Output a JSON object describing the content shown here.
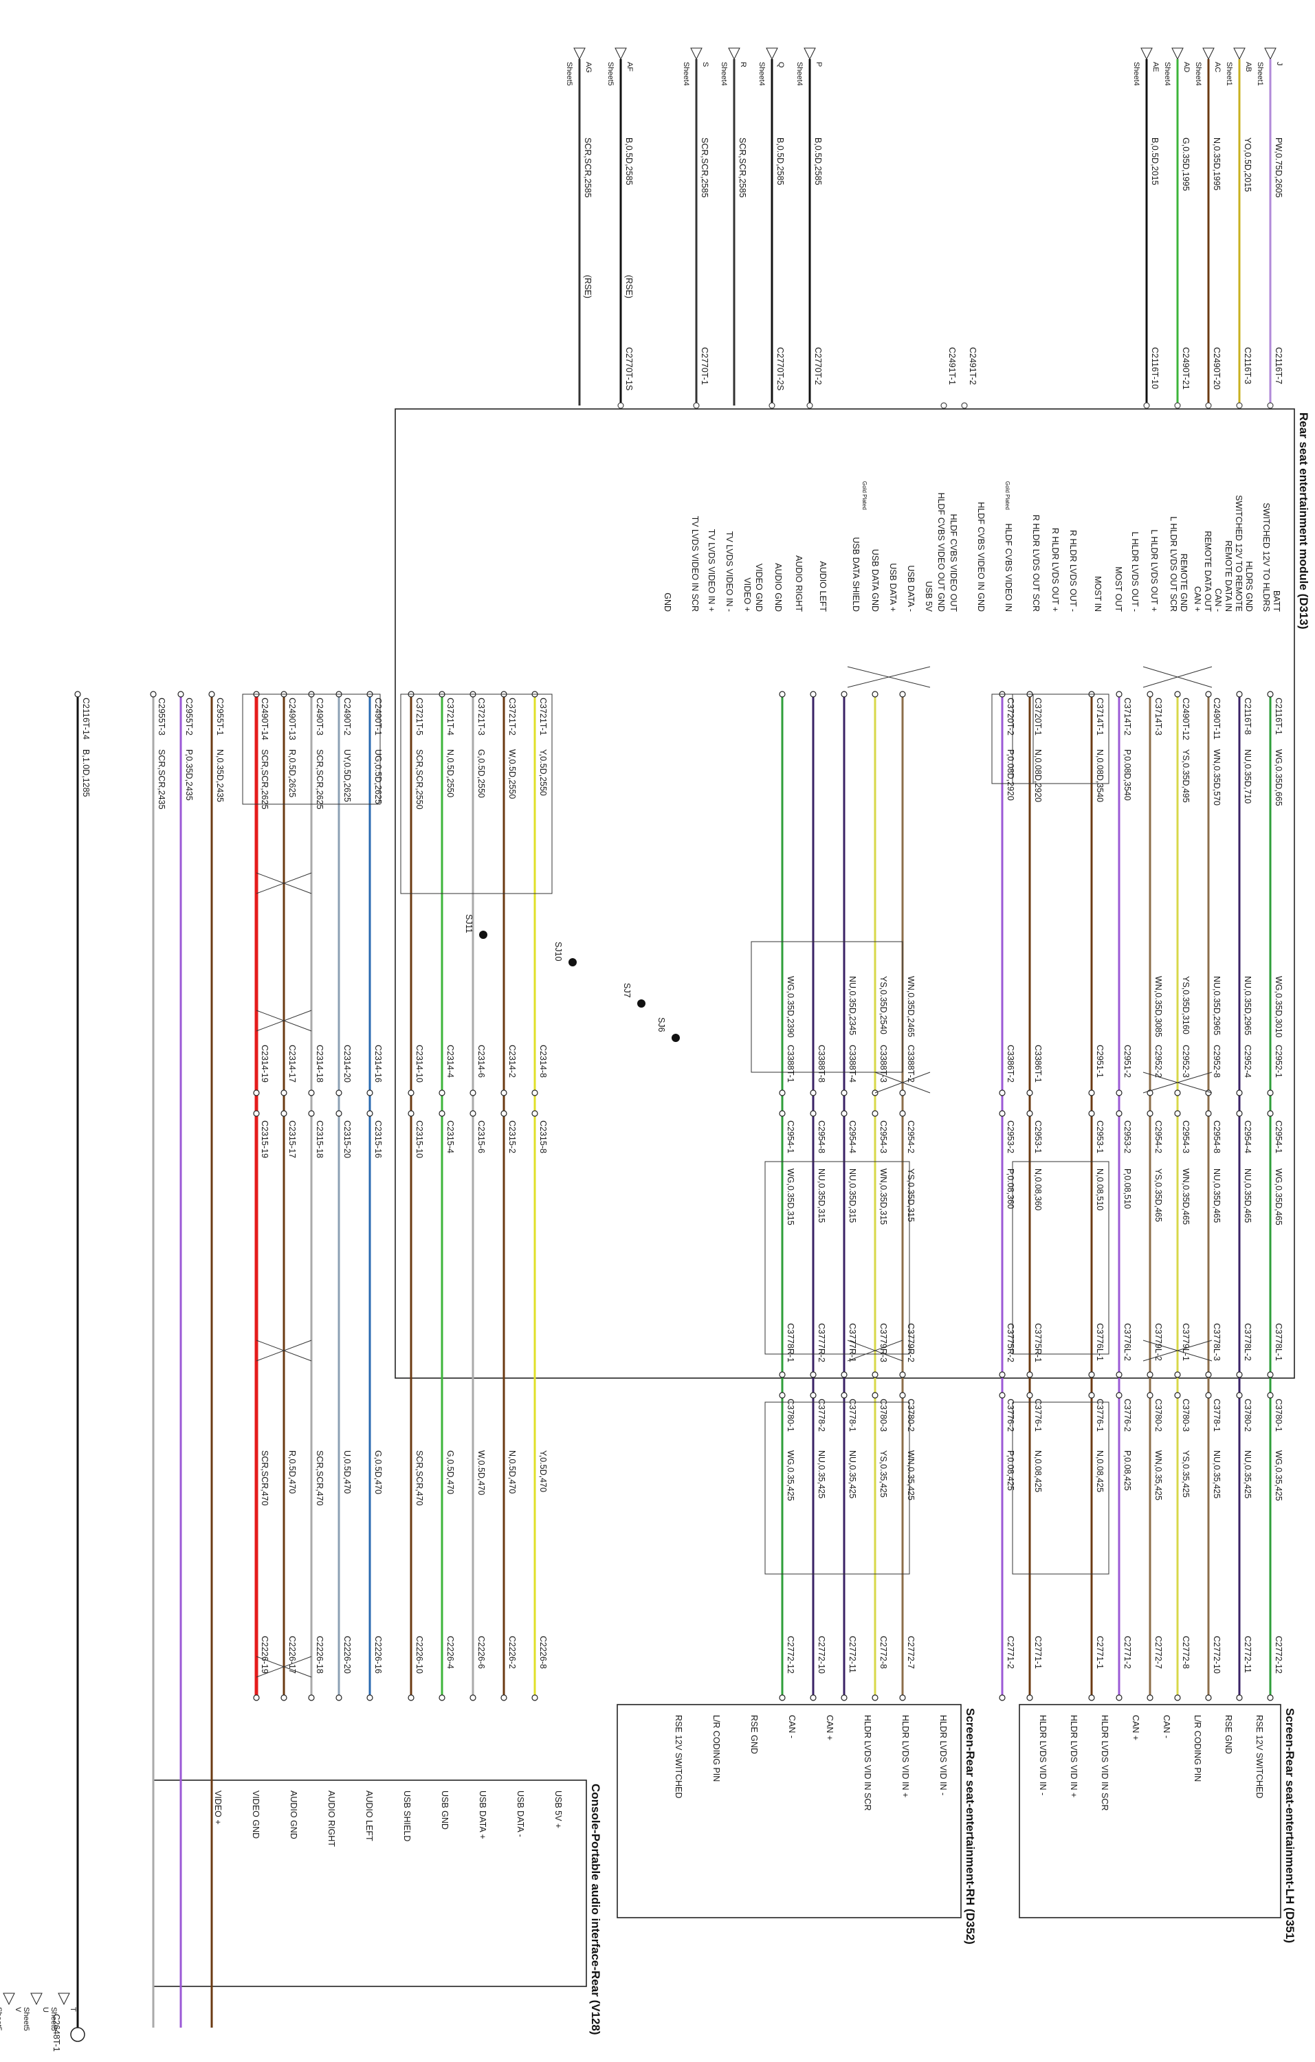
{
  "colors": {
    "WG": "#2e9e3a",
    "NU": "#3a2266",
    "YO": "#c8b020",
    "N": "#6b3a12",
    "G": "#3db53a",
    "B": "#111111",
    "P": "#9b59d6",
    "WN": "#8c6e4a",
    "YS": "#d8d84a",
    "R": "#e51c1c",
    "U": "#1c2fb0",
    "UG": "#2a6ab0",
    "UY": "#8ca0b4",
    "Y": "#e0e028",
    "W": "#aaaaaa",
    "PW": "#b18ad8"
  },
  "offsheet": [
    {
      "letter": "J",
      "sheet": "Sheet1",
      "wire": "PW,0.75D,2605"
    },
    {
      "letter": "AB",
      "sheet": "Sheet1",
      "wire": "YO,0.5D,2015"
    },
    {
      "letter": "AC",
      "sheet": "Sheet4",
      "wire": "N,0.35D,1995"
    },
    {
      "letter": "AD",
      "sheet": "Sheet4",
      "wire": "G,0.35D,1995"
    },
    {
      "letter": "AE",
      "sheet": "Sheet4",
      "wire": "B,0.5D,2015"
    },
    {
      "letter": "P",
      "sheet": "Sheet4",
      "wire": "B,0.5D,2585"
    },
    {
      "letter": "Q",
      "sheet": "Sheet4",
      "wire": "B,0.5D,2585"
    },
    {
      "letter": "R",
      "sheet": "Sheet4",
      "wire": "SCR,SCR,2585"
    },
    {
      "letter": "S",
      "sheet": "Sheet4",
      "wire": "SCR,SCR,2585"
    },
    {
      "letter": "AF",
      "sheet": "Sheet5",
      "wire": "B,0.5D,2585",
      "extra": "(RSE)"
    },
    {
      "letter": "AG",
      "sheet": "Sheet5",
      "wire": "SCR,SCR,2585",
      "extra": "(RSE)"
    },
    {
      "letter": "T",
      "sheet": "Sheet5"
    },
    {
      "letter": "U",
      "sheet": "Sheet5"
    },
    {
      "letter": "V",
      "sheet": "Sheet5"
    }
  ],
  "modules": {
    "rse": {
      "title": "Rear seat entertainment module (D313)",
      "pins": [
        "BATT",
        "SWITCHED 12V TO HLDRS",
        "HLDRS GND",
        "SWITCHED 12V TO REMOTE",
        "REMOTE DATA IN",
        "CAN -",
        "REMOTE DATA OUT",
        "CAN +",
        "REMOTE GND",
        "L HLDR LVDS OUT SCR",
        "L HLDR LVDS OUT +",
        "L HLDR LVDS OUT -",
        "MOST OUT",
        "MOST IN",
        "R HLDR LVDS OUT -",
        "R HLDR LVDS OUT +",
        "R HLDR LVDS OUT SCR",
        "HLDF CVBS VIDEO IN",
        "HLDF CVBS VIDEO IN GND",
        "HLDF CVBS VIDEO OUT",
        "HLDF CVBS VIDEO OUT GND",
        "USB 5V",
        "USB DATA -",
        "USB DATA +",
        "USB DATA GND",
        "USB DATA SHIELD",
        "AUDIO LEFT",
        "AUDIO RIGHT",
        "AUDIO GND",
        "VIDEO GND",
        "VIDEO +",
        "TV LVDS VIDEO IN -",
        "TV LVDS VIDEO IN +",
        "TV LVDS VIDEO IN SCR",
        "GND"
      ],
      "gold": "Gold Plated"
    },
    "lh": {
      "title": "Screen-Rear seat-entertainment-LH (D351)",
      "pins": [
        "RSE 12V SWITCHED",
        "RSE GND",
        "L/R CODING PIN",
        "CAN -",
        "CAN +",
        "HLDR LVDS VID IN SCR",
        "HLDR LVDS VID IN +",
        "HLDR LVDS VID IN -"
      ]
    },
    "rh": {
      "title": "Screen-Rear seat-entertainment-RH (D352)",
      "pins": [
        "HLDR LVDS VID IN -",
        "HLDR LVDS VID IN +",
        "HLDR LVDS VID IN SCR",
        "CAN +",
        "CAN -",
        "RSE GND",
        "L/R CODING PIN",
        "RSE 12V SWITCHED"
      ]
    },
    "console": {
      "title": "Console-Portable audio interface-Rear (V128)",
      "pins": [
        "USB 5V +",
        "USB DATA -",
        "USB DATA +",
        "USB GND",
        "USB SHIELD",
        "AUDIO LEFT",
        "AUDIO RIGHT",
        "AUDIO GND",
        "VIDEO GND",
        "VIDEO +"
      ]
    }
  },
  "splices": [
    "SJ11",
    "SJ10",
    "SJ7",
    "SJ6"
  ],
  "rows": [
    {
      "c": "WG",
      "rse": "C2116T-1",
      "a": "WG,0.35D,665",
      "b": "WG,0.35D,3010",
      "p1": "C2952-1",
      "p2": "C2954-1",
      "m": "WG,0.35D,465",
      "q1": "C3778L-1",
      "q2": "C3780-1",
      "d": "WG,0.35,425",
      "e": "C2772-12"
    },
    {
      "c": "NU",
      "rse": "C2116T-8",
      "a": "NU,0.35D,710",
      "b": "NU,0.35D,2965",
      "p1": "C2952-4",
      "p2": "C2954-4",
      "m": "NU,0.35D,465",
      "q1": "C3778L-2",
      "q2": "C3780-2",
      "d": "NU,0.35,425",
      "e": "C2772-11"
    },
    {
      "c": "WN",
      "rse": "C2490T-11",
      "a": "WN,0.35D,570",
      "b": "NU,0.35D,2965",
      "p1": "C2952-8",
      "p2": "C2954-8",
      "m": "NU,0.35D,465",
      "q1": "C3778L-3",
      "q2": "C3778-1",
      "d": "NU,0.35,425",
      "e": "C2772-10"
    },
    {
      "c": "YS",
      "rse": "C2490T-12",
      "a": "YS,0.35D,495",
      "b": "YS,0.35D,3160",
      "p1": "C2952-3",
      "p2": "C2954-3",
      "m": "WN,0.35D,465",
      "q1": "C3779L-1",
      "q2": "C3780-3",
      "d": "YS,0.35,425",
      "e": "C2772-8"
    },
    {
      "c": "WN",
      "rse": "C3714T-3",
      "a": "",
      "b": "WN,0.35D,3085",
      "p1": "C2952-2",
      "p2": "C2954-2",
      "m": "YS,0.35D,465",
      "q1": "C3779L-2",
      "q2": "C3780-2",
      "d": "WN,0.35,425",
      "e": "C2772-7"
    },
    {
      "c": "P",
      "rse": "C3714T-2",
      "a": "P,0.08D,3540",
      "b": "",
      "p1": "C2951-2",
      "p2": "C2953-2",
      "m": "P,0.08,510",
      "q1": "C3776L-2",
      "q2": "C3776-2",
      "d": "P,0.08,425",
      "e": "C2771-2"
    },
    {
      "c": "N",
      "rse": "C3714T-1",
      "a": "N,0.08D,3540",
      "b": "",
      "p1": "C2951-1",
      "p2": "C2953-1",
      "m": "N,0.08,510",
      "q1": "C3776L-1",
      "q2": "C3776-1",
      "d": "N,0.08,425",
      "e": "C2771-1"
    },
    {
      "c": "N",
      "rse": "C3720T-1",
      "a": "N,0.08D,2920",
      "b": "",
      "p1": "C3386T-1",
      "p2": "C2953-1",
      "m": "N,0.08,360",
      "q1": "C3775R-1",
      "q2": "C3776-1",
      "d": "N,0.08,425",
      "e": "C2771-1"
    },
    {
      "c": "P",
      "rse": "C3720T-2",
      "a": "P,0.08D,2920",
      "b": "",
      "p1": "C3386T-2",
      "p2": "C2953-2",
      "m": "P,0.08,360",
      "q1": "C3775R-2",
      "q2": "C3776-2",
      "d": "P,0.08,425",
      "e": "C2771-2"
    },
    {
      "c": "WN",
      "rse": "",
      "a": "",
      "b": "WN,0.35D,2465",
      "p1": "C3388T-2",
      "p2": "C2954-2",
      "m": "YS,0.35D,315",
      "q1": "C3779R-2",
      "q2": "C3780-2",
      "d": "WN,0.35,425",
      "e": "C2772-7"
    },
    {
      "c": "YS",
      "rse": "",
      "a": "",
      "b": "YS,0.35D,2540",
      "p1": "C3388T-3",
      "p2": "C2954-3",
      "m": "WN,0.35D,315",
      "q1": "C3779R-3",
      "q2": "C3780-3",
      "d": "YS,0.35,425",
      "e": "C2772-8"
    },
    {
      "c": "NU",
      "rse": "",
      "a": "",
      "b": "NU,0.35D,2345",
      "p1": "C3388T-4",
      "p2": "C2954-4",
      "m": "NU,0.35D,315",
      "q1": "C3777R-1",
      "q2": "C3778-1",
      "d": "NU,0.35,425",
      "e": "C2772-11"
    },
    {
      "c": "NU",
      "rse": "",
      "a": "",
      "b": "",
      "p1": "C3388T-8",
      "p2": "C2954-8",
      "m": "NU,0.35D,315",
      "q1": "C3777R-2",
      "q2": "C3778-2",
      "d": "NU,0.35,425",
      "e": "C2772-10"
    },
    {
      "c": "WG",
      "rse": "",
      "a": "",
      "b": "WG,0.35D,2390",
      "p1": "C3388T-1",
      "p2": "C2954-1",
      "m": "WG,0.35D,315",
      "q1": "C3778R-1",
      "q2": "C3780-1",
      "d": "WG,0.35,425",
      "e": "C2772-12"
    },
    {
      "c": "Y",
      "rse": "C3721T-1",
      "a": "Y,0.5D,2550",
      "b": "",
      "p1": "C2314-8",
      "p2": "C2315-8",
      "m": "",
      "q1": "",
      "q2": "",
      "d": "Y,0.5D,470",
      "e": "C2226-8"
    },
    {
      "c": "N",
      "rse": "C3721T-2",
      "a": "W,0.5D,2550",
      "b": "",
      "p1": "C2314-2",
      "p2": "C2315-2",
      "m": "",
      "q1": "",
      "q2": "",
      "d": "N,0.5D,470",
      "e": "C2226-2"
    },
    {
      "c": "W",
      "rse": "C3721T-3",
      "a": "G,0.5D,2550",
      "b": "",
      "p1": "C2314-6",
      "p2": "C2315-6",
      "m": "",
      "q1": "",
      "q2": "",
      "d": "W,0.5D,470",
      "e": "C2226-6"
    },
    {
      "c": "G",
      "rse": "C3721T-4",
      "a": "N,0.5D,2550",
      "b": "",
      "p1": "C2314-4",
      "p2": "C2315-4",
      "m": "",
      "q1": "",
      "q2": "",
      "d": "G,0.5D,470",
      "e": "C2226-4"
    },
    {
      "c": "N",
      "rse": "C3721T-5",
      "a": "SCR,SCR,2550",
      "b": "",
      "p1": "C2314-10",
      "p2": "C2315-10",
      "m": "",
      "q1": "",
      "q2": "",
      "d": "SCR,SCR,470",
      "e": "C2226-10"
    },
    {
      "c": "UG",
      "rse": "C2490T-1",
      "a": "UG,0.5D,2625",
      "b": "",
      "p1": "C2314-16",
      "p2": "C2315-16",
      "m": "",
      "q1": "",
      "q2": "",
      "d": "G,0.5D,470",
      "e": "C2226-16"
    },
    {
      "c": "UY",
      "rse": "C2490T-2",
      "a": "UY,0.5D,2625",
      "b": "",
      "p1": "C2314-20",
      "p2": "C2315-20",
      "m": "",
      "q1": "",
      "q2": "",
      "d": "U,0.5D,470",
      "e": "C2226-20"
    },
    {
      "c": "W",
      "rse": "C2490T-3",
      "a": "SCR,SCR,2625",
      "b": "",
      "p1": "C2314-18",
      "p2": "C2315-18",
      "m": "",
      "q1": "",
      "q2": "",
      "d": "SCR,SCR,470",
      "e": "C2226-18"
    },
    {
      "c": "N",
      "rse": "C2490T-13",
      "a": "R,0.5D,2625",
      "b": "",
      "p1": "C2314-17",
      "p2": "C2315-17",
      "m": "",
      "q1": "",
      "q2": "",
      "d": "R,0.5D,470",
      "e": "C2226-17"
    },
    {
      "c": "R",
      "rse": "C2490T-14",
      "a": "SCR,SCR,2625",
      "b": "",
      "p1": "C2314-19",
      "p2": "C2315-19",
      "m": "",
      "q1": "",
      "q2": "",
      "d": "SCR,SCR,470",
      "e": "C2226-19"
    },
    {
      "c": "N",
      "rse": "C2955T-1",
      "a": "N,0.35D,2435",
      "b": "",
      "p1": "",
      "p2": "",
      "m": "",
      "q1": "",
      "q2": "",
      "d": "",
      "e": ""
    },
    {
      "c": "P",
      "rse": "C2955T-2",
      "a": "P,0.35D,2435",
      "b": "",
      "p1": "",
      "p2": "",
      "m": "",
      "q1": "",
      "q2": "",
      "d": "",
      "e": ""
    },
    {
      "c": "W",
      "rse": "C2955T-3",
      "a": "SCR,SCR,2435",
      "b": "",
      "p1": "",
      "p2": "",
      "m": "",
      "q1": "",
      "q2": "",
      "d": "",
      "e": ""
    },
    {
      "c": "B",
      "rse": "C2116T-14",
      "a": "B,1.0D,1285",
      "b": "",
      "p1": "",
      "p2": "",
      "m": "",
      "q1": "",
      "q2": "",
      "d": "",
      "e": ""
    }
  ],
  "rse_top_conn": [
    "C2116T-7",
    "C2116T-3",
    "C2490T-20",
    "C2490T-21",
    "C2116T-10",
    "C2491T-2",
    "C2491T-1",
    "C2770T-2",
    "C2770T-2S",
    "C2770T-1",
    "C2770T-1S"
  ],
  "end_ground": "C2648T-1"
}
